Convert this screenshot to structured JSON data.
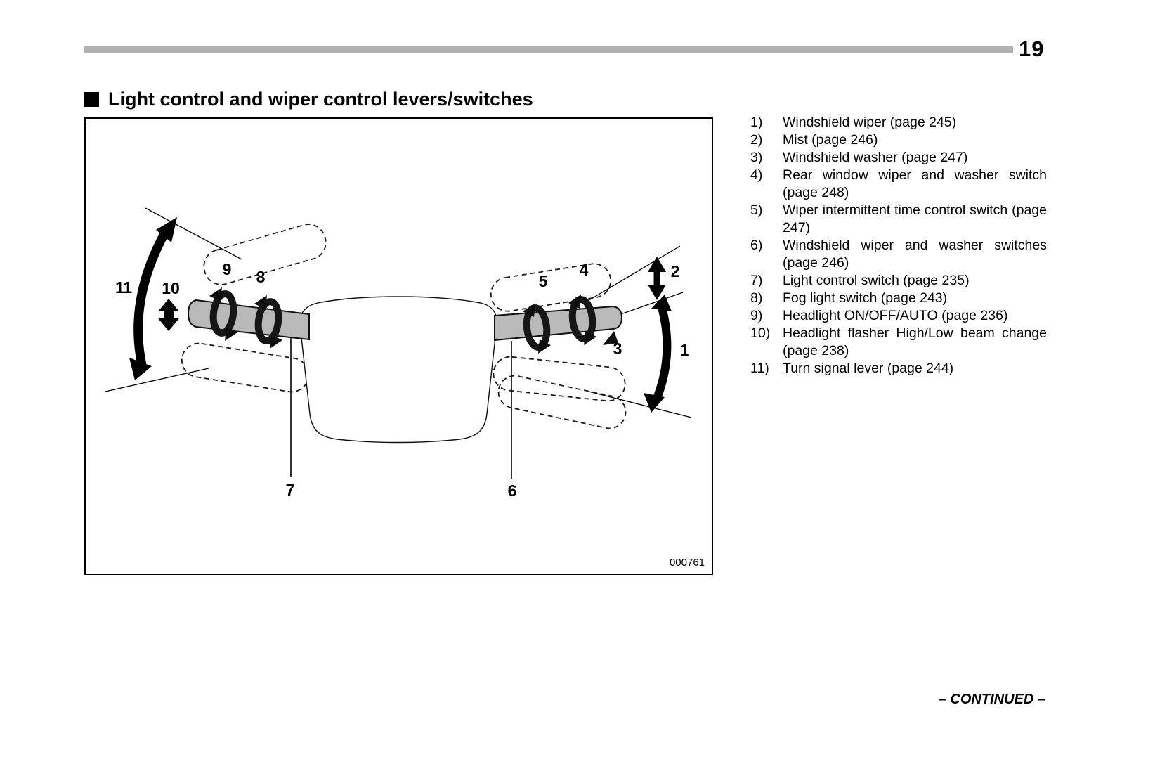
{
  "page": {
    "number": "19",
    "continued_label": "– CONTINUED –"
  },
  "heading": {
    "title": "Light control and wiper control levers/switches"
  },
  "figure": {
    "code": "000761",
    "callouts": {
      "n1": "1",
      "n2": "2",
      "n3": "3",
      "n4": "4",
      "n5": "5",
      "n6": "6",
      "n7": "7",
      "n8": "8",
      "n9": "9",
      "n10": "10",
      "n11": "11"
    }
  },
  "legend": {
    "items": [
      {
        "num": "1)",
        "text": "Windshield wiper (page 245)"
      },
      {
        "num": "2)",
        "text": "Mist (page 246)"
      },
      {
        "num": "3)",
        "text": "Windshield washer (page 247)"
      },
      {
        "num": "4)",
        "text": "Rear window wiper and washer switch (page 248)"
      },
      {
        "num": "5)",
        "text": "Wiper intermittent time control switch (page 247)"
      },
      {
        "num": "6)",
        "text": "Windshield wiper and washer switches (page 246)"
      },
      {
        "num": "7)",
        "text": "Light control switch (page 235)"
      },
      {
        "num": "8)",
        "text": "Fog light switch (page 243)"
      },
      {
        "num": "9)",
        "text": "Headlight ON/OFF/AUTO (page 236)"
      },
      {
        "num": "10)",
        "text": "Headlight flasher High/Low beam change (page 238)"
      },
      {
        "num": "11)",
        "text": "Turn signal lever (page 244)"
      }
    ]
  }
}
